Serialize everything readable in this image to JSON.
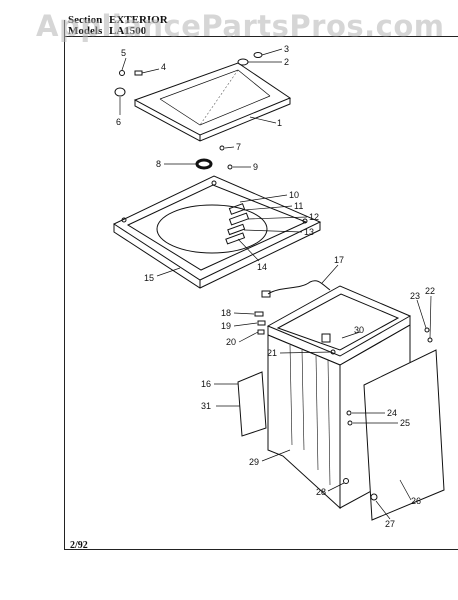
{
  "watermark": "AppliancePartsPros.com",
  "header": {
    "section_label": "Section",
    "section_value": "EXTERIOR",
    "models_label": "Models",
    "models_value": "LA1500"
  },
  "footer": {
    "date": "2/92"
  },
  "diagram": {
    "callouts": [
      "1",
      "2",
      "3",
      "4",
      "5",
      "6",
      "7",
      "8",
      "9",
      "10",
      "11",
      "12",
      "13",
      "14",
      "15",
      "16",
      "17",
      "18",
      "19",
      "20",
      "21",
      "22",
      "23",
      "24",
      "25",
      "26",
      "27",
      "28",
      "29",
      "30",
      "31"
    ]
  }
}
